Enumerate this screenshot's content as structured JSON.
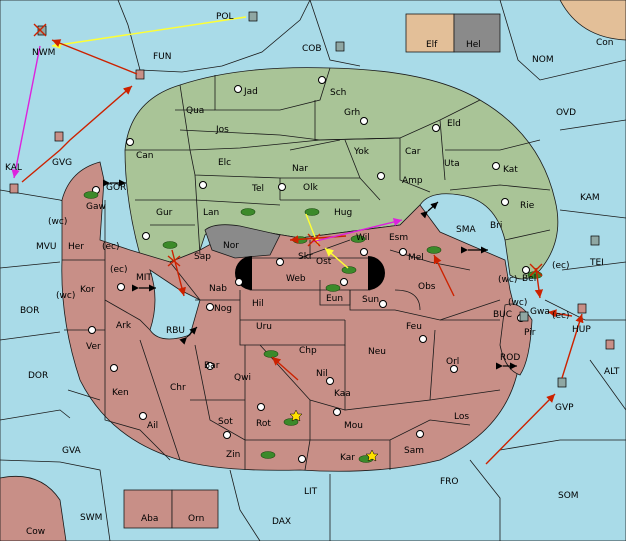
{
  "map": {
    "colors": {
      "sea": "#a9dbe8",
      "power_green": "#a9c497",
      "power_red": "#c88f87",
      "power_tan": "#e3bf98",
      "neutral_grey": "#8a8a8a",
      "order_red": "#cc2200",
      "order_yellow": "#ffff33",
      "order_magenta": "#dd22dd"
    },
    "labels": [
      {
        "id": "POL",
        "text": "POL"
      },
      {
        "id": "COB",
        "text": "COB"
      },
      {
        "id": "FUN",
        "text": "FUN"
      },
      {
        "id": "NWM",
        "text": "NWM"
      },
      {
        "id": "Elf",
        "text": "Elf"
      },
      {
        "id": "Hel",
        "text": "Hel"
      },
      {
        "id": "Con",
        "text": "Con"
      },
      {
        "id": "NOM",
        "text": "NOM"
      },
      {
        "id": "OVD",
        "text": "OVD"
      },
      {
        "id": "KAL",
        "text": "KAL"
      },
      {
        "id": "GVG",
        "text": "GVG"
      },
      {
        "id": "GOR",
        "text": "GOR"
      },
      {
        "id": "Jad",
        "text": "Jad"
      },
      {
        "id": "Sch",
        "text": "Sch"
      },
      {
        "id": "Qua",
        "text": "Qua"
      },
      {
        "id": "Jos",
        "text": "Jos"
      },
      {
        "id": "Grh",
        "text": "Grh"
      },
      {
        "id": "Eld",
        "text": "Eld"
      },
      {
        "id": "Can",
        "text": "Can"
      },
      {
        "id": "Yok",
        "text": "Yok"
      },
      {
        "id": "Car",
        "text": "Car"
      },
      {
        "id": "Uta",
        "text": "Uta"
      },
      {
        "id": "Elc",
        "text": "Elc"
      },
      {
        "id": "Nar",
        "text": "Nar"
      },
      {
        "id": "Kat",
        "text": "Kat"
      },
      {
        "id": "Olk",
        "text": "Olk"
      },
      {
        "id": "Amp",
        "text": "Amp"
      },
      {
        "id": "Tel",
        "text": "Tel"
      },
      {
        "id": "KAM",
        "text": "KAM"
      },
      {
        "id": "Gur",
        "text": "Gur"
      },
      {
        "id": "Lan",
        "text": "Lan"
      },
      {
        "id": "Hug",
        "text": "Hug"
      },
      {
        "id": "Rie",
        "text": "Rie"
      },
      {
        "id": "Gaw",
        "text": "Gaw"
      },
      {
        "id": "Bri",
        "text": "Bri"
      },
      {
        "id": "wc1",
        "text": "(wc)"
      },
      {
        "id": "SMA",
        "text": "SMA"
      },
      {
        "id": "MVU",
        "text": "MVU"
      },
      {
        "id": "Her",
        "text": "Her"
      },
      {
        "id": "ec1",
        "text": "(ec)"
      },
      {
        "id": "Nor",
        "text": "Nor"
      },
      {
        "id": "Skr",
        "text": "Skr"
      },
      {
        "id": "Wil",
        "text": "Wil"
      },
      {
        "id": "Esm",
        "text": "Esm"
      },
      {
        "id": "TEI",
        "text": "TEI"
      },
      {
        "id": "Sap",
        "text": "Sap"
      },
      {
        "id": "Ost",
        "text": "Ost"
      },
      {
        "id": "Mel",
        "text": "Mel"
      },
      {
        "id": "wc2",
        "text": "(wc)"
      },
      {
        "id": "ec2",
        "text": "(ec)"
      },
      {
        "id": "Bel",
        "text": "Bel"
      },
      {
        "id": "ec3",
        "text": "(ec)"
      },
      {
        "id": "MIT",
        "text": "MIT"
      },
      {
        "id": "Web",
        "text": "Web"
      },
      {
        "id": "Kor",
        "text": "Kor"
      },
      {
        "id": "wc3",
        "text": "(wc)"
      },
      {
        "id": "Nab",
        "text": "Nab"
      },
      {
        "id": "Eun",
        "text": "Eun"
      },
      {
        "id": "Obs",
        "text": "Obs"
      },
      {
        "id": "BOR",
        "text": "BOR"
      },
      {
        "id": "Hil",
        "text": "Hil"
      },
      {
        "id": "Sun",
        "text": "Sun"
      },
      {
        "id": "wc4",
        "text": "(wc)"
      },
      {
        "id": "Gwa",
        "text": "Gwa"
      },
      {
        "id": "ec4",
        "text": "(ec)"
      },
      {
        "id": "RBU",
        "text": "RBU"
      },
      {
        "id": "Nog",
        "text": "Nog"
      },
      {
        "id": "BUC",
        "text": "BUC"
      },
      {
        "id": "HUP",
        "text": "HUP"
      },
      {
        "id": "Ark",
        "text": "Ark"
      },
      {
        "id": "Uru",
        "text": "Uru"
      },
      {
        "id": "Feu",
        "text": "Feu"
      },
      {
        "id": "Pir",
        "text": "Pir"
      },
      {
        "id": "Ver",
        "text": "Ver"
      },
      {
        "id": "Chp",
        "text": "Chp"
      },
      {
        "id": "Neu",
        "text": "Neu"
      },
      {
        "id": "Orl",
        "text": "Orl"
      },
      {
        "id": "ALT",
        "text": "ALT"
      },
      {
        "id": "DOR",
        "text": "DOR"
      },
      {
        "id": "Bar",
        "text": "Bar"
      },
      {
        "id": "Nil",
        "text": "Nil"
      },
      {
        "id": "Qwi",
        "text": "Qwi"
      },
      {
        "id": "ROD",
        "text": "ROD"
      },
      {
        "id": "Ken",
        "text": "Ken"
      },
      {
        "id": "Chr",
        "text": "Chr"
      },
      {
        "id": "Kaa",
        "text": "Kaa"
      },
      {
        "id": "GVP",
        "text": "GVP"
      },
      {
        "id": "Los",
        "text": "Los"
      },
      {
        "id": "Ail",
        "text": "Ail"
      },
      {
        "id": "Sot",
        "text": "Sot"
      },
      {
        "id": "Rot",
        "text": "Rot"
      },
      {
        "id": "Mou",
        "text": "Mou"
      },
      {
        "id": "GVA",
        "text": "GVA"
      },
      {
        "id": "Sam",
        "text": "Sam"
      },
      {
        "id": "Zin",
        "text": "Zin"
      },
      {
        "id": "Kar",
        "text": "Kar"
      },
      {
        "id": "FRO",
        "text": "FRO"
      },
      {
        "id": "LIT",
        "text": "LIT"
      },
      {
        "id": "SOM",
        "text": "SOM"
      },
      {
        "id": "SWM",
        "text": "SWM"
      },
      {
        "id": "Aba",
        "text": "Aba"
      },
      {
        "id": "Orn",
        "text": "Orn"
      },
      {
        "id": "DAX",
        "text": "DAX"
      },
      {
        "id": "Cow",
        "text": "Cow"
      }
    ]
  }
}
